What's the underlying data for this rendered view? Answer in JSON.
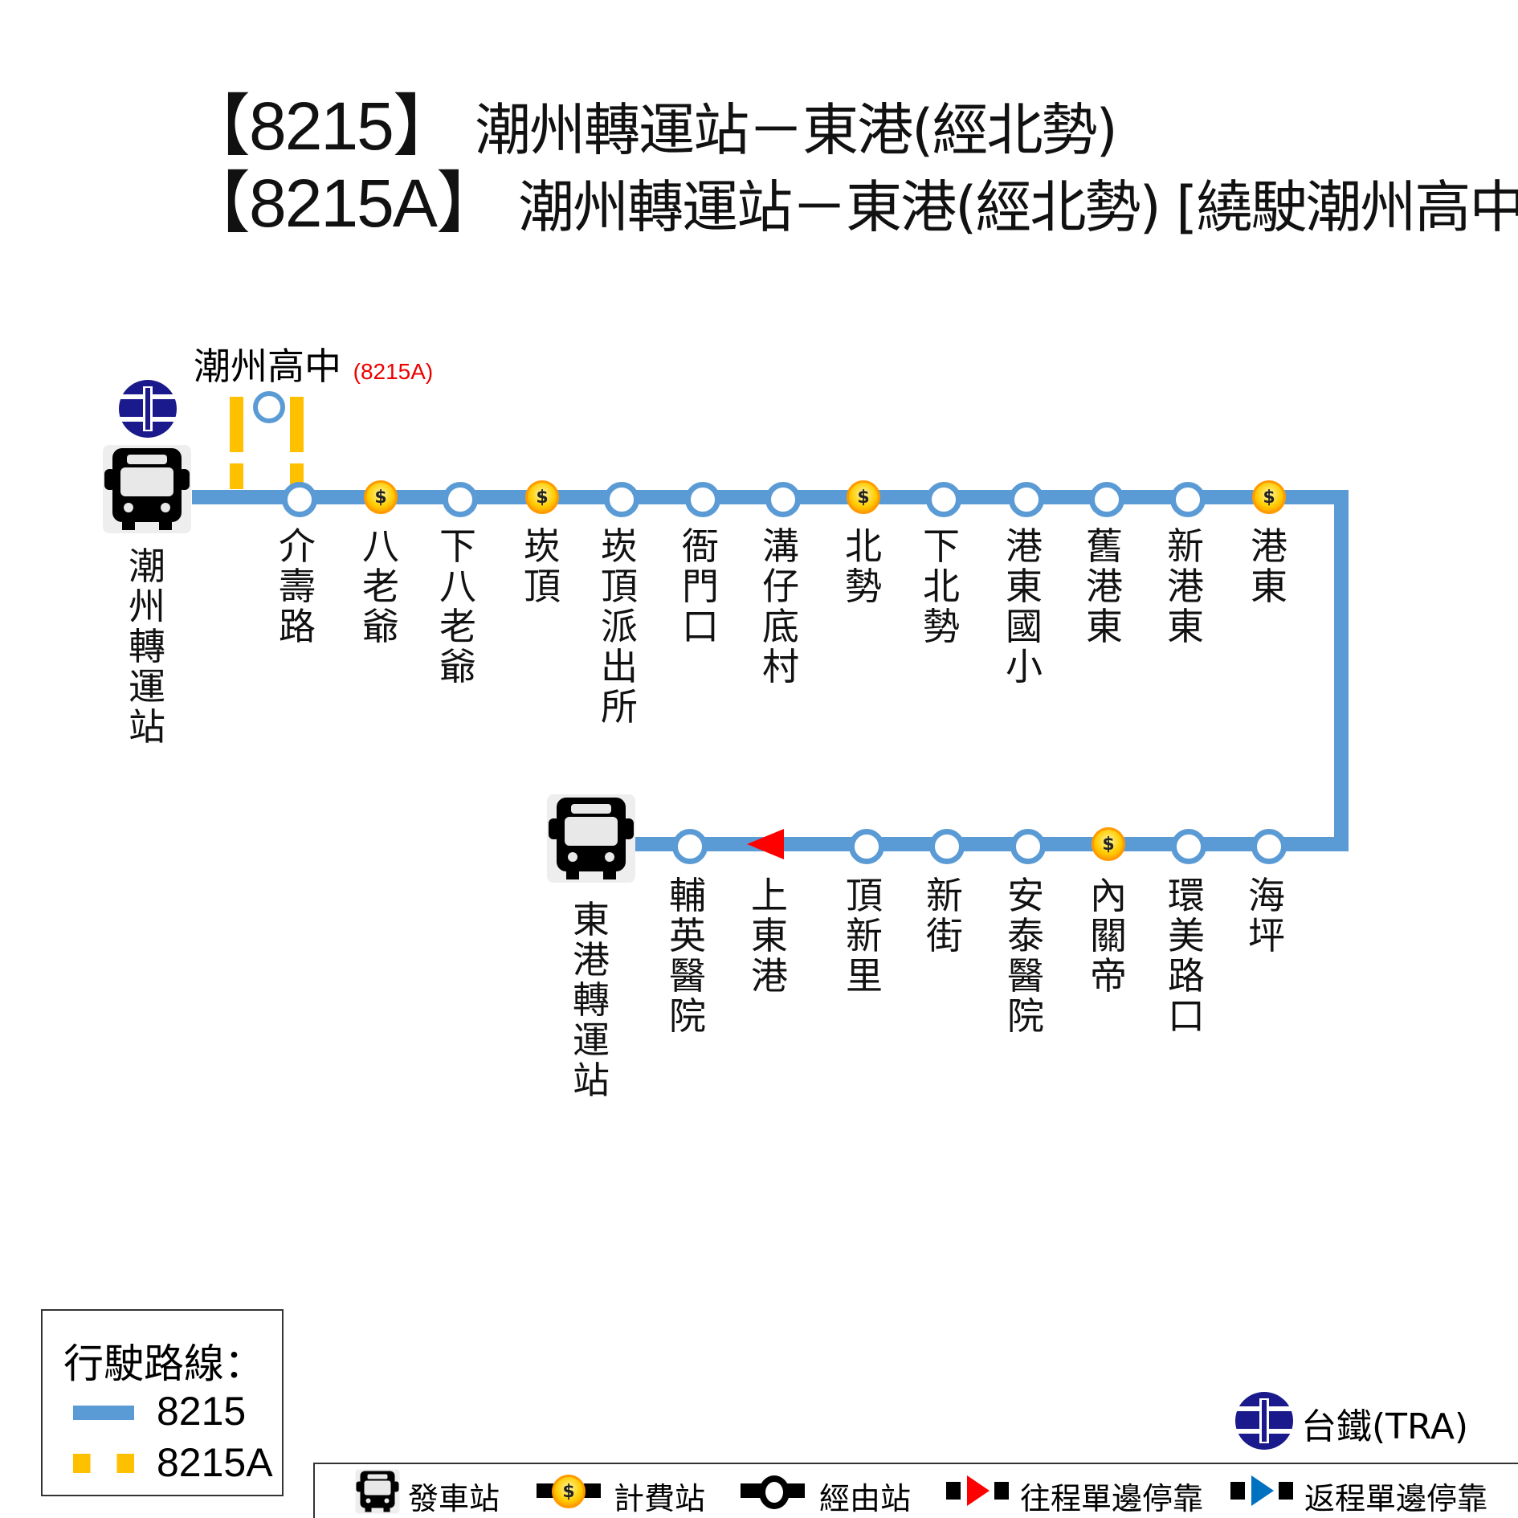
{
  "title": {
    "line1": {
      "route": "【8215】",
      "name": "潮州轉運站－東港(經北勢)"
    },
    "line2": {
      "route": "【8215A】",
      "name": "潮州轉運站－東港(經北勢) [繞駛潮州高中]"
    }
  },
  "colors": {
    "route_8215": "#5b9bd5",
    "route_8215A": "#ffc000",
    "tra": "#1a1a8c",
    "fee": "#ffcc00",
    "outbound_arrow": "#ff0000",
    "return_arrow": "#0070c0"
  },
  "start_station": "潮州轉運站",
  "end_station": "東港轉運站",
  "branch_stop": {
    "name": "潮州高中",
    "note": "(8215A)"
  },
  "top_stops": [
    {
      "name": "介壽路",
      "fee": false
    },
    {
      "name": "八老爺",
      "fee": true
    },
    {
      "name": "下八老爺",
      "fee": false
    },
    {
      "name": "崁頂",
      "fee": true
    },
    {
      "name": "崁頂派出所",
      "fee": false
    },
    {
      "name": "衙門口",
      "fee": false
    },
    {
      "name": "溝仔底村",
      "fee": false
    },
    {
      "name": "北勢",
      "fee": true
    },
    {
      "name": "下北勢",
      "fee": false
    },
    {
      "name": "港東國小",
      "fee": false
    },
    {
      "name": "舊港東",
      "fee": false
    },
    {
      "name": "新港東",
      "fee": false
    },
    {
      "name": "港東",
      "fee": true
    }
  ],
  "bottom_stops": [
    {
      "name": "海坪",
      "fee": false
    },
    {
      "name": "環美路口",
      "fee": false
    },
    {
      "name": "內關帝",
      "fee": true
    },
    {
      "name": "安泰醫院",
      "fee": false
    },
    {
      "name": "新街",
      "fee": false
    },
    {
      "name": "頂新里",
      "fee": false
    },
    {
      "name": "上東港",
      "fee": false,
      "one_side": "outbound"
    },
    {
      "name": "輔英醫院",
      "fee": false
    }
  ],
  "fee_symbol": "$",
  "route_legend": {
    "title": "行駛路線：",
    "items": [
      "8215",
      "8215A"
    ]
  },
  "tra_legend": "台鐵(TRA)",
  "symbol_legend": [
    "發車站",
    "計費站",
    "經由站",
    "往程單邊停靠",
    "返程單邊停靠"
  ]
}
